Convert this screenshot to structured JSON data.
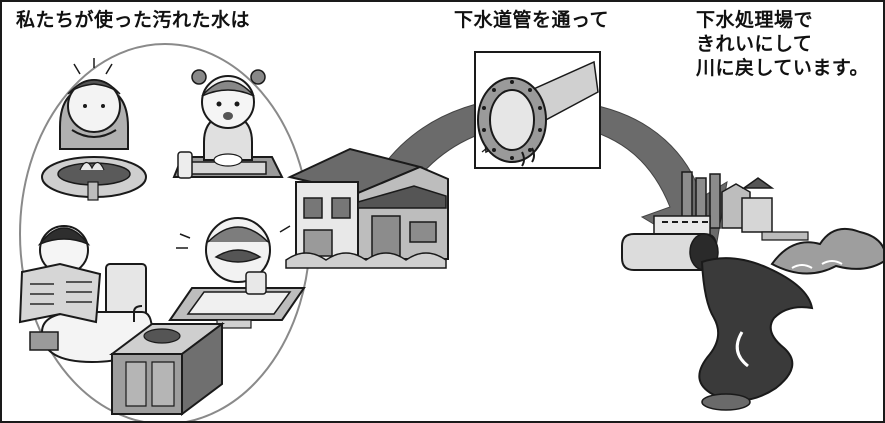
{
  "captions": {
    "step1": "私たちが使った汚れた水は",
    "step2": "下水道管を通って",
    "step3": "下水処理場で\nきれいにして\n川に戻しています。"
  },
  "colors": {
    "arrow": "#6b6b6b",
    "ellipse_stroke": "#8a8a8a",
    "ink": "#1a1a1a",
    "house_wall": "#d9d9d9",
    "house_dark": "#7a7a7a",
    "river": "#3a3a3a"
  },
  "icons": [
    "person-washing-face-icon",
    "child-washing-hands-icon",
    "person-brushing-teeth-icon",
    "person-on-toilet-icon",
    "kitchen-sink-icon",
    "house-icon",
    "sewer-pipe-icon",
    "treatment-plant-icon",
    "river-icon"
  ]
}
